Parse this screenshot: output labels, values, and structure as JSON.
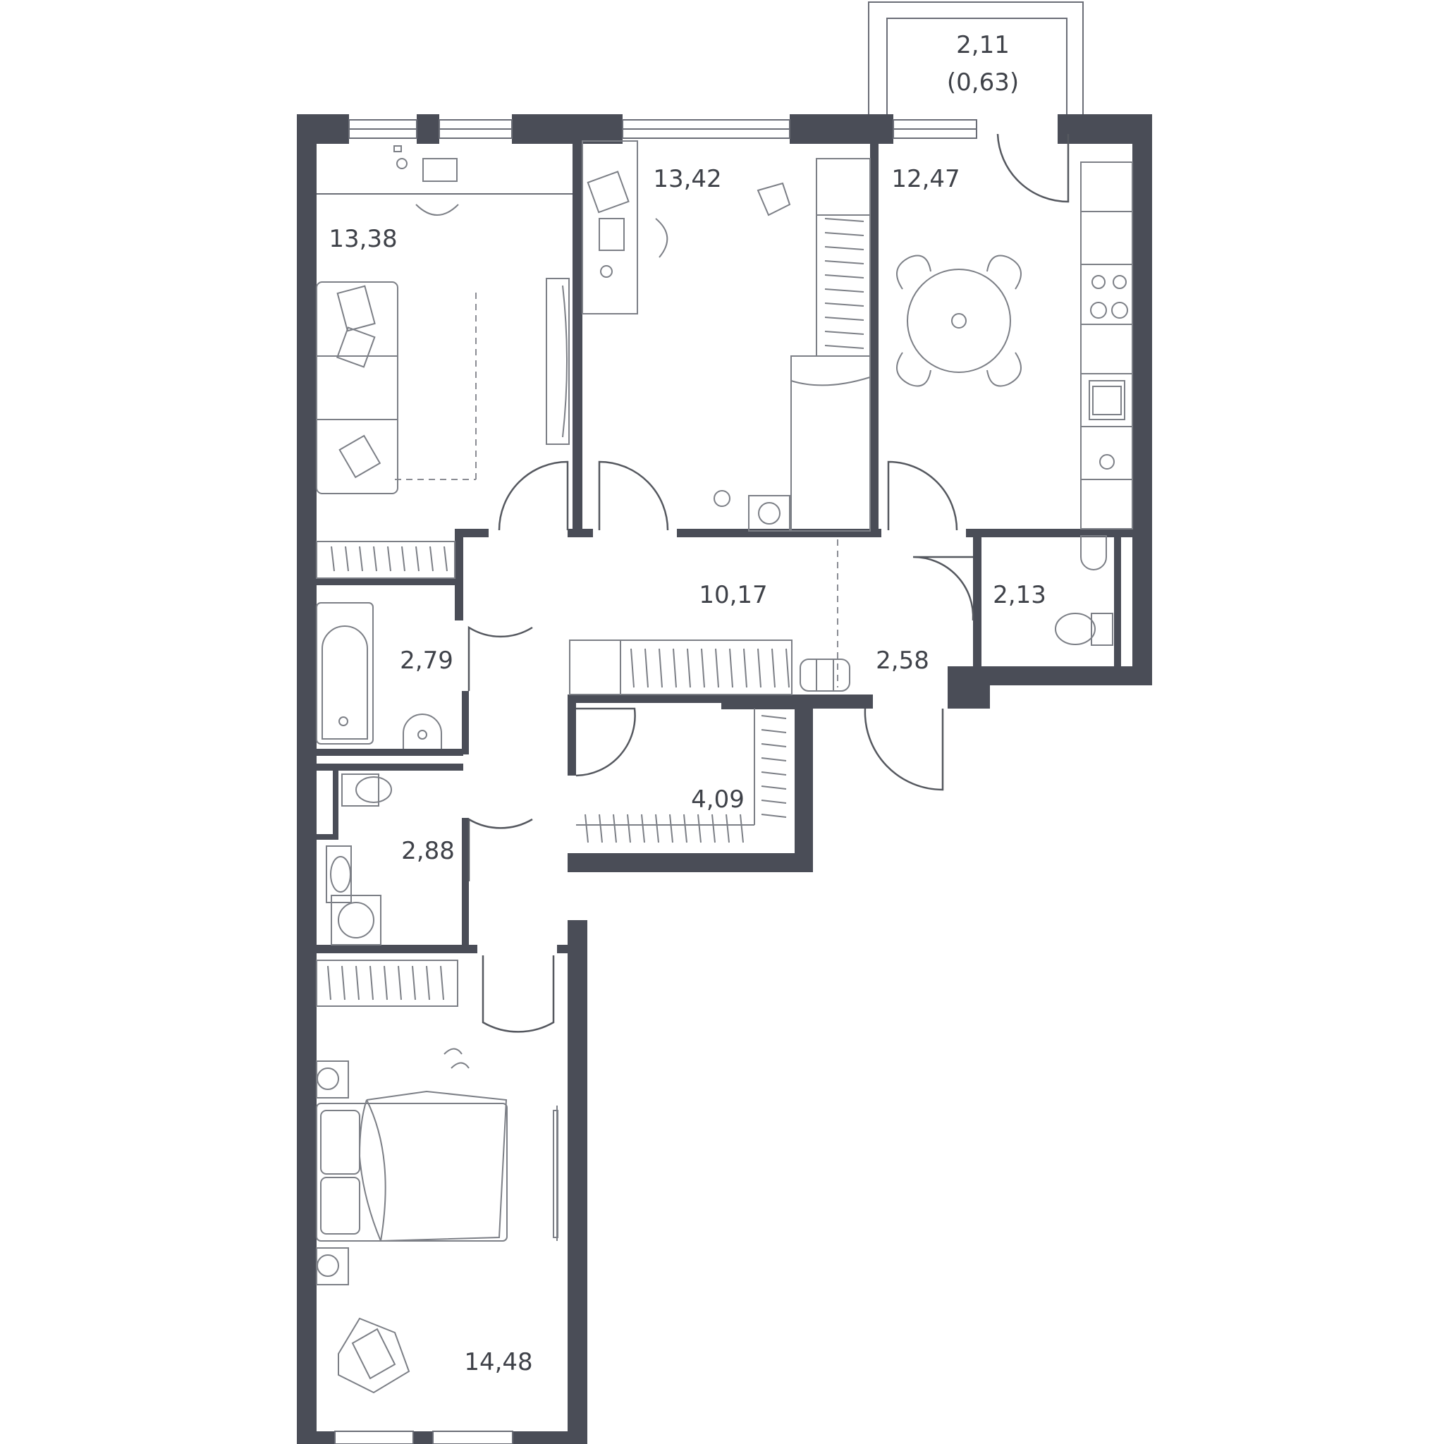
{
  "rooms": {
    "living_room": "13,38",
    "kids_room": "13,42",
    "kitchen": "12,47",
    "balcony_area": "2,11",
    "balcony_coef": "(0,63)",
    "hall": "10,17",
    "corridor": "2,58",
    "wc_small": "2,13",
    "bathroom": "2,79",
    "wardrobe": "4,09",
    "wc": "2,88",
    "bedroom": "14,48"
  },
  "colors": {
    "walls": "#4a4d57",
    "lines": "#6a6d76",
    "background": "#ffffff"
  }
}
